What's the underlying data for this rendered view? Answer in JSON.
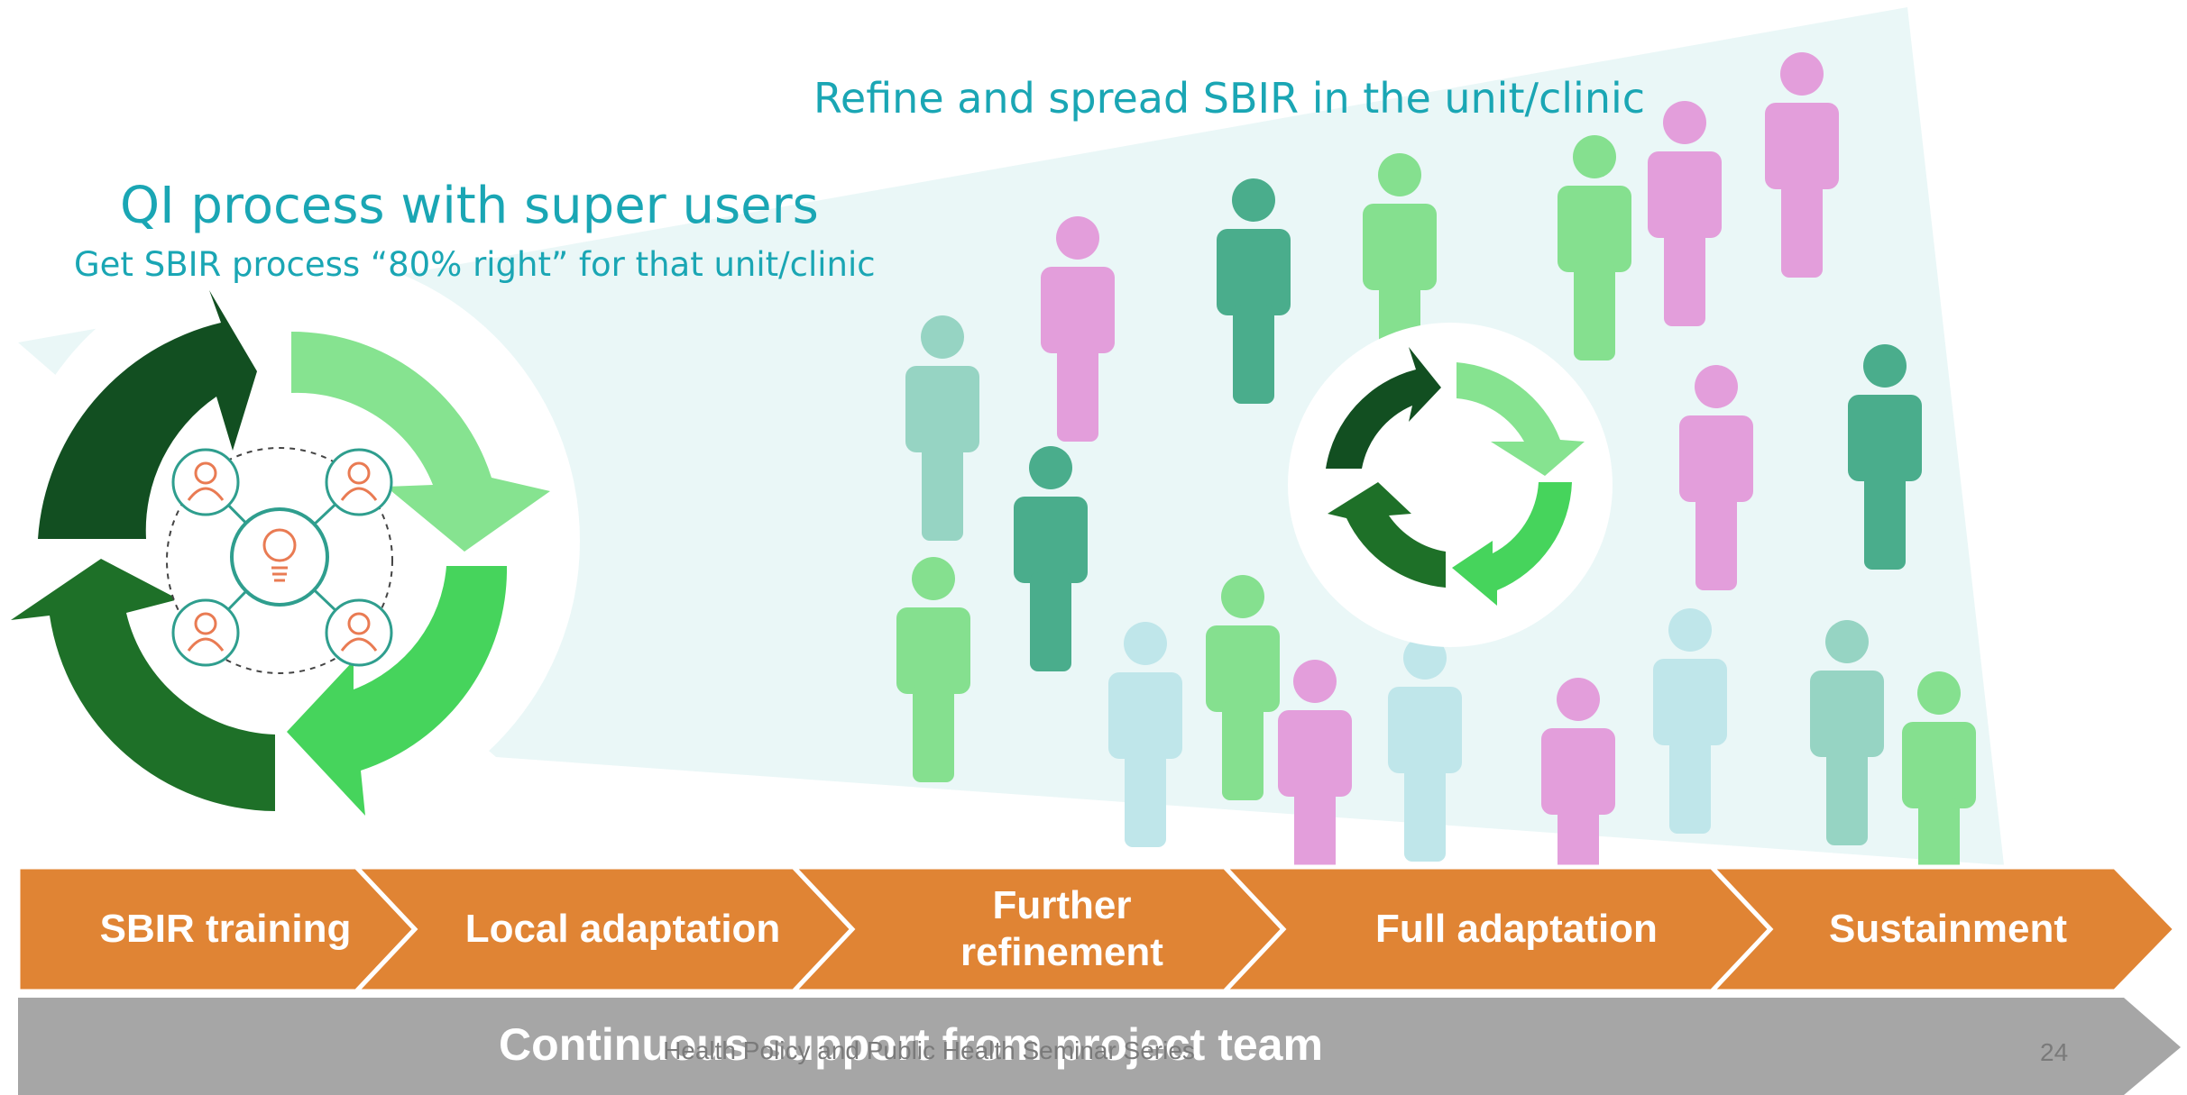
{
  "titles": {
    "spread": "Refine and spread SBIR in the unit/clinic",
    "qi": "QI process with super users",
    "qi_subtitle": "Get SBIR process “80% right” for that unit/clinic"
  },
  "stages": [
    {
      "label": "SBIR training"
    },
    {
      "label": "Local adaptation"
    },
    {
      "label": "Further refinement"
    },
    {
      "label": "Full adaptation"
    },
    {
      "label": "Sustainment"
    }
  ],
  "support_bar": {
    "label": "Continuous support from project team"
  },
  "footer": {
    "text": "Health Policy and Public Health Seminar Series",
    "page_number": "24"
  },
  "colors": {
    "teal_text": "#1aa6b4",
    "stage_orange": "#e08434",
    "support_gray": "#a6a6a6",
    "panel": "#eaf7f7",
    "person_pink": "#e39edb",
    "person_lightgreen": "#85e08f",
    "person_darkteal": "#4aad8c",
    "person_mint": "#96d4c3",
    "person_lightblue": "#bfe6ea",
    "cycle_dark": "#124f21",
    "cycle_mid": "#1e7028",
    "cycle_bright": "#46d45c",
    "cycle_light": "#86e390",
    "icon_orange": "#e97b53"
  },
  "icons": [
    "lightbulb-icon",
    "person-icon",
    "person-silhouette-icon",
    "cycle-arrows-icon"
  ]
}
